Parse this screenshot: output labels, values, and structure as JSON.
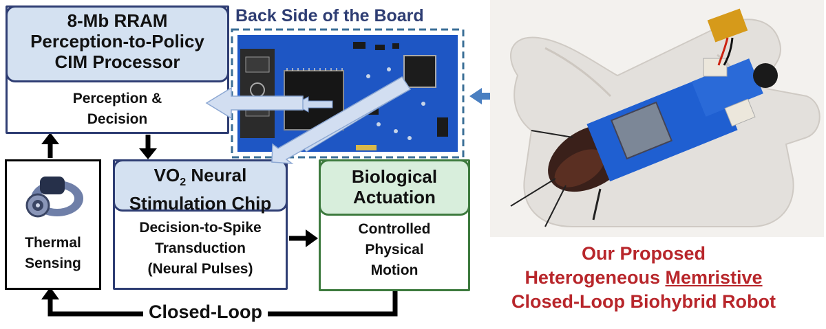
{
  "processor": {
    "title_lines": [
      "8-Mb RRAM",
      "Perception-to-Policy",
      "CIM Processor"
    ],
    "body_lines": [
      "Perception &",
      "Decision"
    ]
  },
  "board_label": "Back Side of the Board",
  "stim_chip": {
    "title_prefix": "VO",
    "title_sub": "2",
    "title_suffix": " Neural",
    "title_line2": "Stimulation Chip",
    "body_lines": [
      "Decision-to-Spike",
      "Transduction",
      "(Neural Pulses)"
    ]
  },
  "actuation": {
    "title_lines": [
      "Biological",
      "Actuation"
    ],
    "body_lines": [
      "Controlled",
      "Physical",
      "Motion"
    ]
  },
  "sensing": {
    "lines": [
      "Thermal",
      "Sensing"
    ]
  },
  "loop_label": "Closed-Loop",
  "caption": {
    "line1": "Our Proposed",
    "line2_a": "Heterogeneous ",
    "line2_b": "Memristive",
    "line3": "Closed-Loop Biohybrid Robot"
  },
  "colors": {
    "navy": "#2e3d73",
    "green": "#3d7a3e",
    "caption_red": "#b8262b",
    "arrow_blue": "#4a7fc1"
  }
}
